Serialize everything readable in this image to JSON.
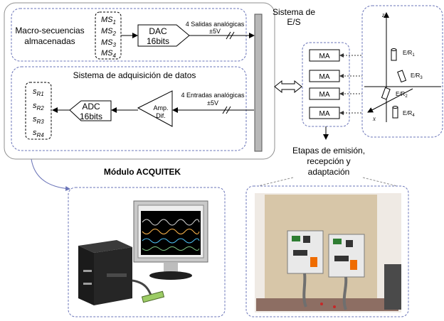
{
  "colors": {
    "dashed_border": "#6a74b8",
    "frame_border": "#8f8f8f",
    "bus_fill": "#b8b8b8",
    "board_bg": "#d7c6a8",
    "photo_bg": "#efeae4"
  },
  "acquitek": {
    "macro_label_line1": "Macro-secuencias",
    "macro_label_line2": "almacenadas",
    "ms": [
      {
        "sym": "MS",
        "sub": "1"
      },
      {
        "sym": "MS",
        "sub": "2"
      },
      {
        "sym": "MS",
        "sub": "3"
      },
      {
        "sym": "MS",
        "sub": "4"
      }
    ],
    "dac_line1": "DAC",
    "dac_line2": "16bits",
    "outputs_line1": "4 Salidas analógicas",
    "outputs_line2": "±5V",
    "daq_title": "Sistema de adquisición de datos",
    "sr": [
      {
        "sym": "s",
        "sub": "R1"
      },
      {
        "sym": "s",
        "sub": "R2"
      },
      {
        "sym": "s",
        "sub": "R3"
      },
      {
        "sym": "s",
        "sub": "R4"
      }
    ],
    "adc_line1": "ADC",
    "adc_line2": "16bits",
    "amp_line1": "Amp.",
    "amp_line2": "Dif.",
    "inputs_line1": "4 Entradas analógicas",
    "inputs_line2": "±5V",
    "module_title": "Módulo ACQUITEK"
  },
  "io": {
    "title_line1": "Sistema de",
    "title_line2": "E/S"
  },
  "ma_blocks": [
    "MA",
    "MA",
    "MA",
    "MA"
  ],
  "stages": {
    "line1": "Etapas de emisión,",
    "line2": "recepción y",
    "line3": "adaptación"
  },
  "sensors": {
    "axis_z": "z",
    "axis_x": "x",
    "labels": [
      {
        "sym": "E/R",
        "sub": "1"
      },
      {
        "sym": "E/R",
        "sub": "3"
      },
      {
        "sym": "E/R",
        "sub": "2"
      },
      {
        "sym": "E/R",
        "sub": "4"
      }
    ]
  },
  "icons": [
    "double-arrow-icon",
    "computer-icon",
    "monitor-icon",
    "circuit-board-icon"
  ]
}
